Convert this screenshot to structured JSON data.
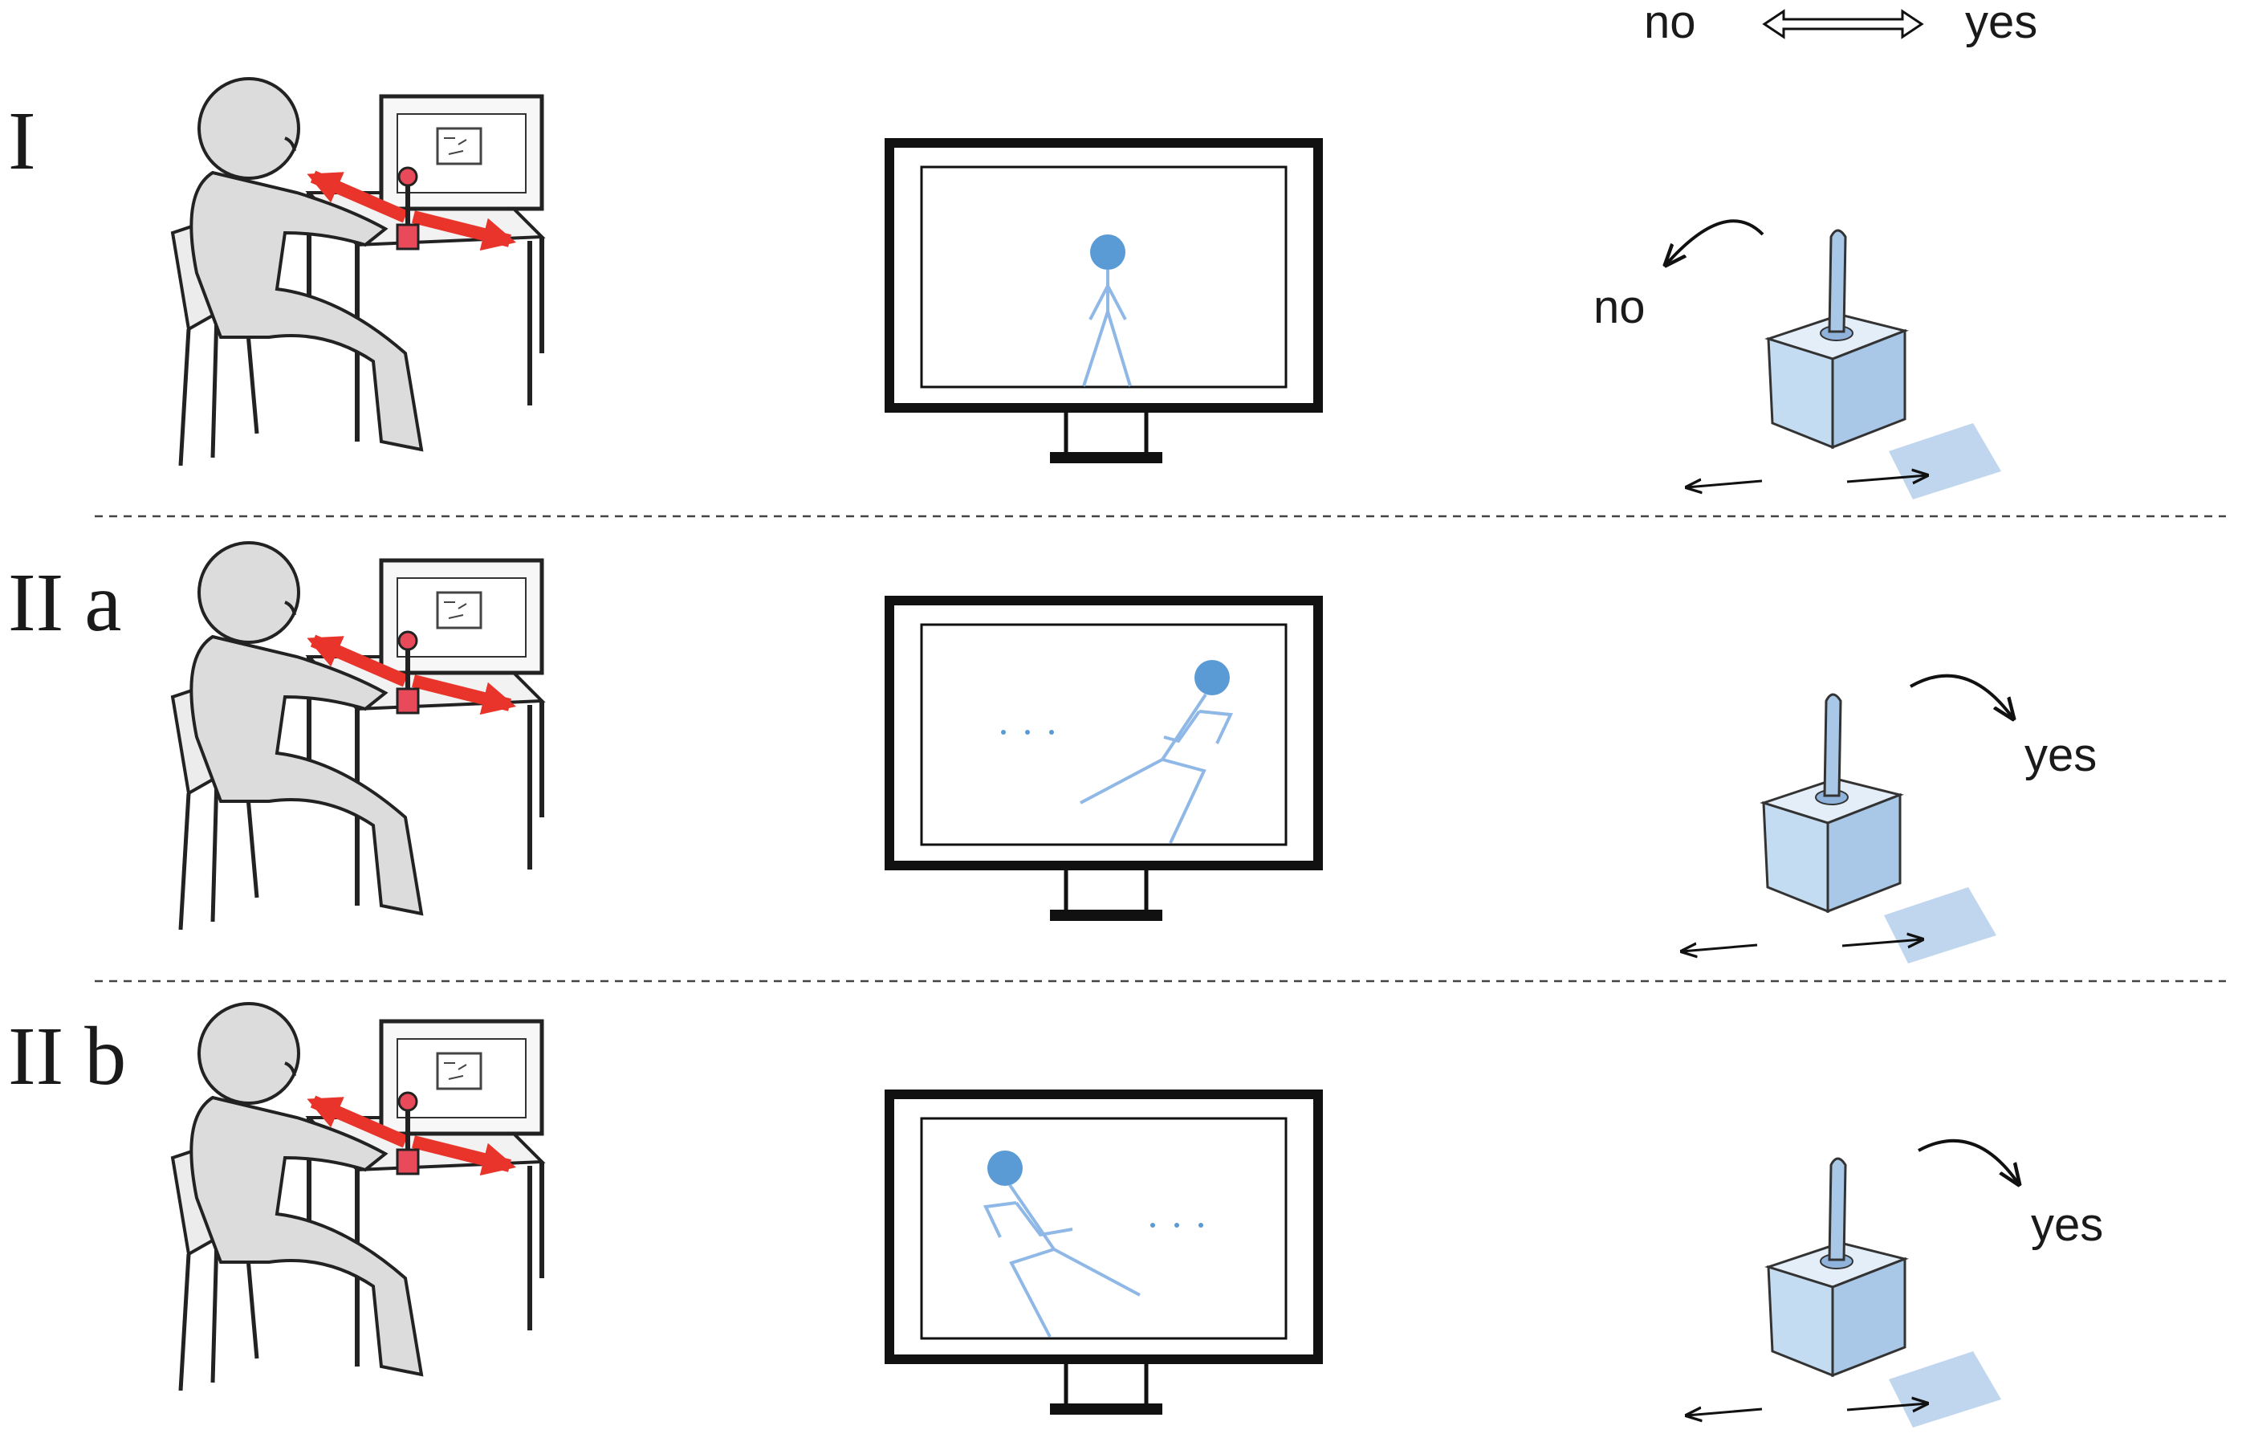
{
  "legend": {
    "left": "no",
    "right": "yes"
  },
  "colors": {
    "figure": "#5b9bd5",
    "figure_line": "#8fb8e6",
    "arrow_red": "#e8342a",
    "joystick_fill": "#c4dcf2",
    "person_fill": "#dcdcdc",
    "ink": "#111111"
  },
  "icons": {
    "participant": "person-at-computer-icon",
    "monitor": "monitor-icon",
    "joystick": "joystick-icon",
    "curved_arrow": "curved-arrow-icon"
  },
  "rows": [
    {
      "label": "I",
      "pose": "standing",
      "response": "no"
    },
    {
      "label": "II a",
      "pose": "walking-right",
      "response": "yes"
    },
    {
      "label": "II b",
      "pose": "walking-left",
      "response": "yes"
    }
  ]
}
